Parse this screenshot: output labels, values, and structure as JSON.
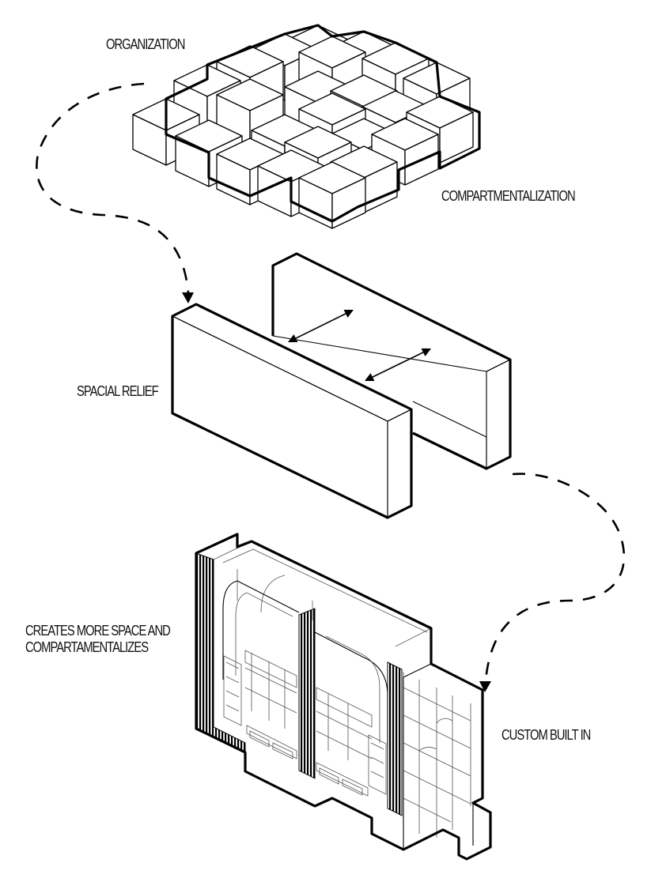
{
  "labels": {
    "organization": "ORGANIZATION",
    "compartmentalization": "COMPARTMENTALIZATION",
    "spacial_relief": "SPACIAL RELIEF",
    "creates_more_space": "CREATES MORE SPACE AND COMPARTAMENTALIZES",
    "custom_built_in": "CUSTOM BUILT IN"
  },
  "icons": [
    "dashed-arrow",
    "double-arrow-icon"
  ],
  "colors": {
    "ink": "#000000",
    "paper": "#ffffff"
  }
}
